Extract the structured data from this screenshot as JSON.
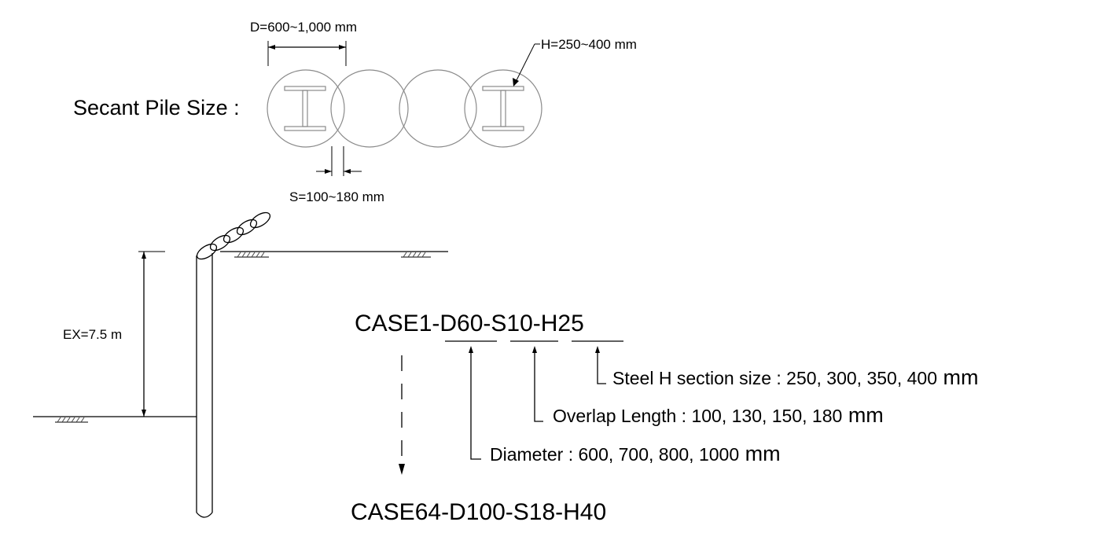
{
  "plan": {
    "label": "Secant Pile Size :",
    "diameter": "D=600~1,000 mm",
    "steel": "H=250~400 mm",
    "spacing": "S=100~180 mm"
  },
  "section": {
    "excavation": "EX=7.5 m"
  },
  "cases": {
    "first": "CASE1-D60-S10-H25",
    "last": "CASE64-D100-S18-H40",
    "legend": [
      {
        "label": "Steel H section size",
        "values": "250, 300, 350, 400",
        "unit": "mm"
      },
      {
        "label": "Overlap Length",
        "values": "100, 130, 150, 180",
        "unit": "mm"
      },
      {
        "label": "Diameter",
        "values": "600, 700, 800, 1000",
        "unit": "mm"
      }
    ]
  }
}
